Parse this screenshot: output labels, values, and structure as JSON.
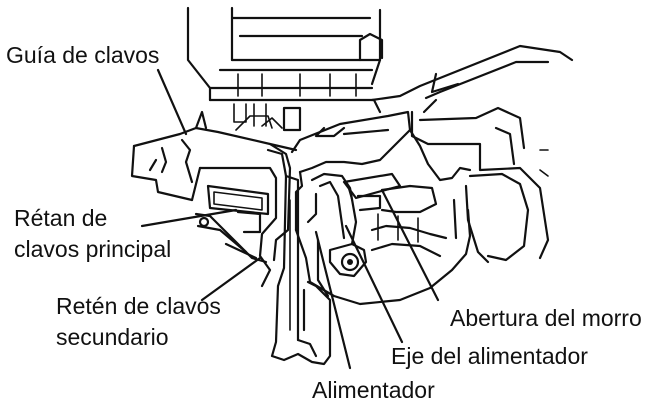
{
  "diagram": {
    "labels": {
      "guia_de_clavos": "Guía de clavos",
      "retan_line1": "Rétan de",
      "retan_line2": "clavos principal",
      "reten_sec_line1": "Retén de clavos",
      "reten_sec_line2": "secundario",
      "abertura_morro": "Abertura del morro",
      "eje_alimentador": "Eje del alimentador",
      "alimentador": "Alimentador"
    },
    "colors": {
      "ink": "#111111",
      "paper": "#ffffff"
    }
  }
}
